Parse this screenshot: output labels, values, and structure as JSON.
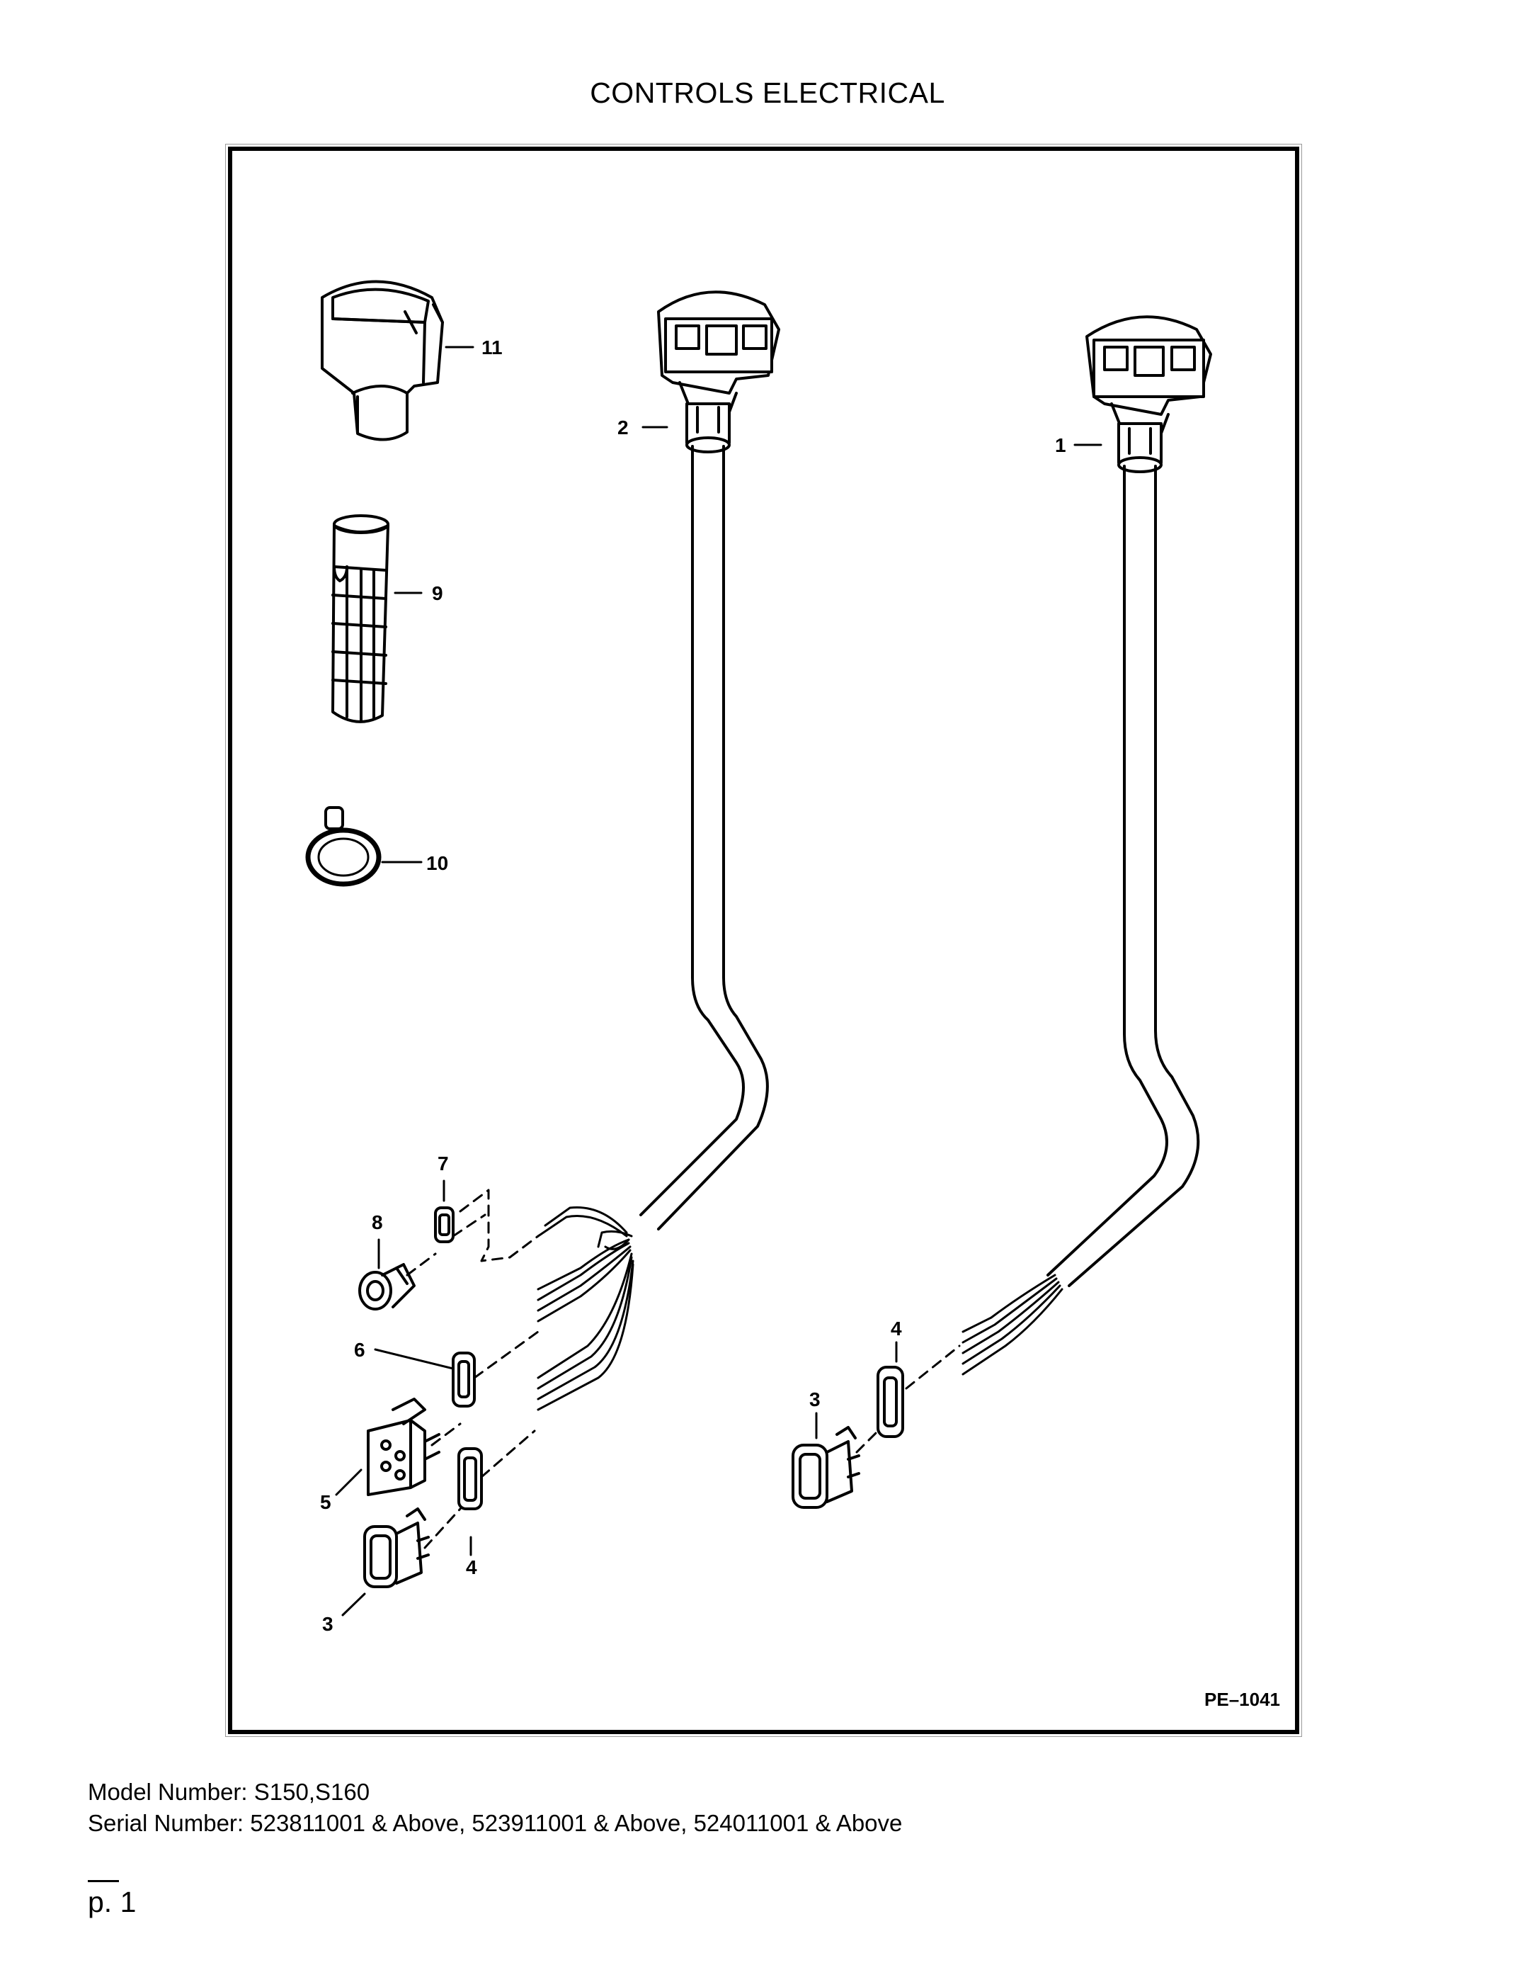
{
  "page": {
    "title": "CONTROLS ELECTRICAL",
    "figure_ref": "PE–1041",
    "model_line": "Model Number: S150,S160",
    "serial_line": "Serial Number: 523811001 & Above, 523911001 & Above, 524011001 & Above",
    "page_number": "p. 1"
  },
  "callouts": {
    "c1": "1",
    "c2": "2",
    "c3a": "3",
    "c3b": "3",
    "c4a": "4",
    "c4b": "4",
    "c5": "5",
    "c6": "6",
    "c7": "7",
    "c8": "8",
    "c9": "9",
    "c10": "10",
    "c11": "11"
  }
}
